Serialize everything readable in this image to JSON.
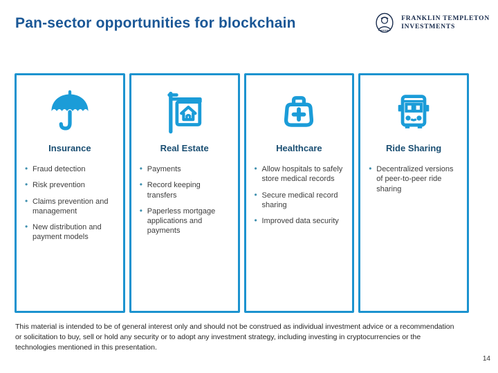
{
  "slide": {
    "title": "Pan-sector opportunities for blockchain",
    "page_number": "14",
    "footer_text": "This material is intended to be of general interest only and should not be construed as individual investment advice or a recommendation or solicitation to buy, sell or hold any security or to adopt any investment strategy, including investing in cryptocurrencies or the technologies mentioned in this presentation."
  },
  "logo": {
    "line1": "FRANKLIN TEMPLETON",
    "line2": "INVESTMENTS",
    "emblem_icon": "franklin-portrait-icon"
  },
  "colors": {
    "title_blue": "#1a5796",
    "card_border_blue": "#1c93cf",
    "icon_blue": "#1b9cd8",
    "heading_navy": "#1a4e72",
    "bullet_teal": "#3e8fae",
    "body_text": "#3d3d3d",
    "logo_navy": "#16294b"
  },
  "cards": [
    {
      "title": "Insurance",
      "icon": "umbrella-icon",
      "bullets": [
        "Fraud detection",
        "Risk prevention",
        "Claims prevention and management",
        "New distribution and payment models"
      ]
    },
    {
      "title": "Real Estate",
      "icon": "house-sign-icon",
      "bullets": [
        "Payments",
        "Record keeping transfers",
        "Paperless mortgage applications and payments"
      ]
    },
    {
      "title": "Healthcare",
      "icon": "medical-bag-icon",
      "bullets": [
        "Allow hospitals to safely store medical records",
        "Secure medical record sharing",
        "Improved data security"
      ]
    },
    {
      "title": "Ride Sharing",
      "icon": "bus-icon",
      "bullets": [
        "Decentralized versions of peer-to-peer ride sharing"
      ]
    }
  ]
}
